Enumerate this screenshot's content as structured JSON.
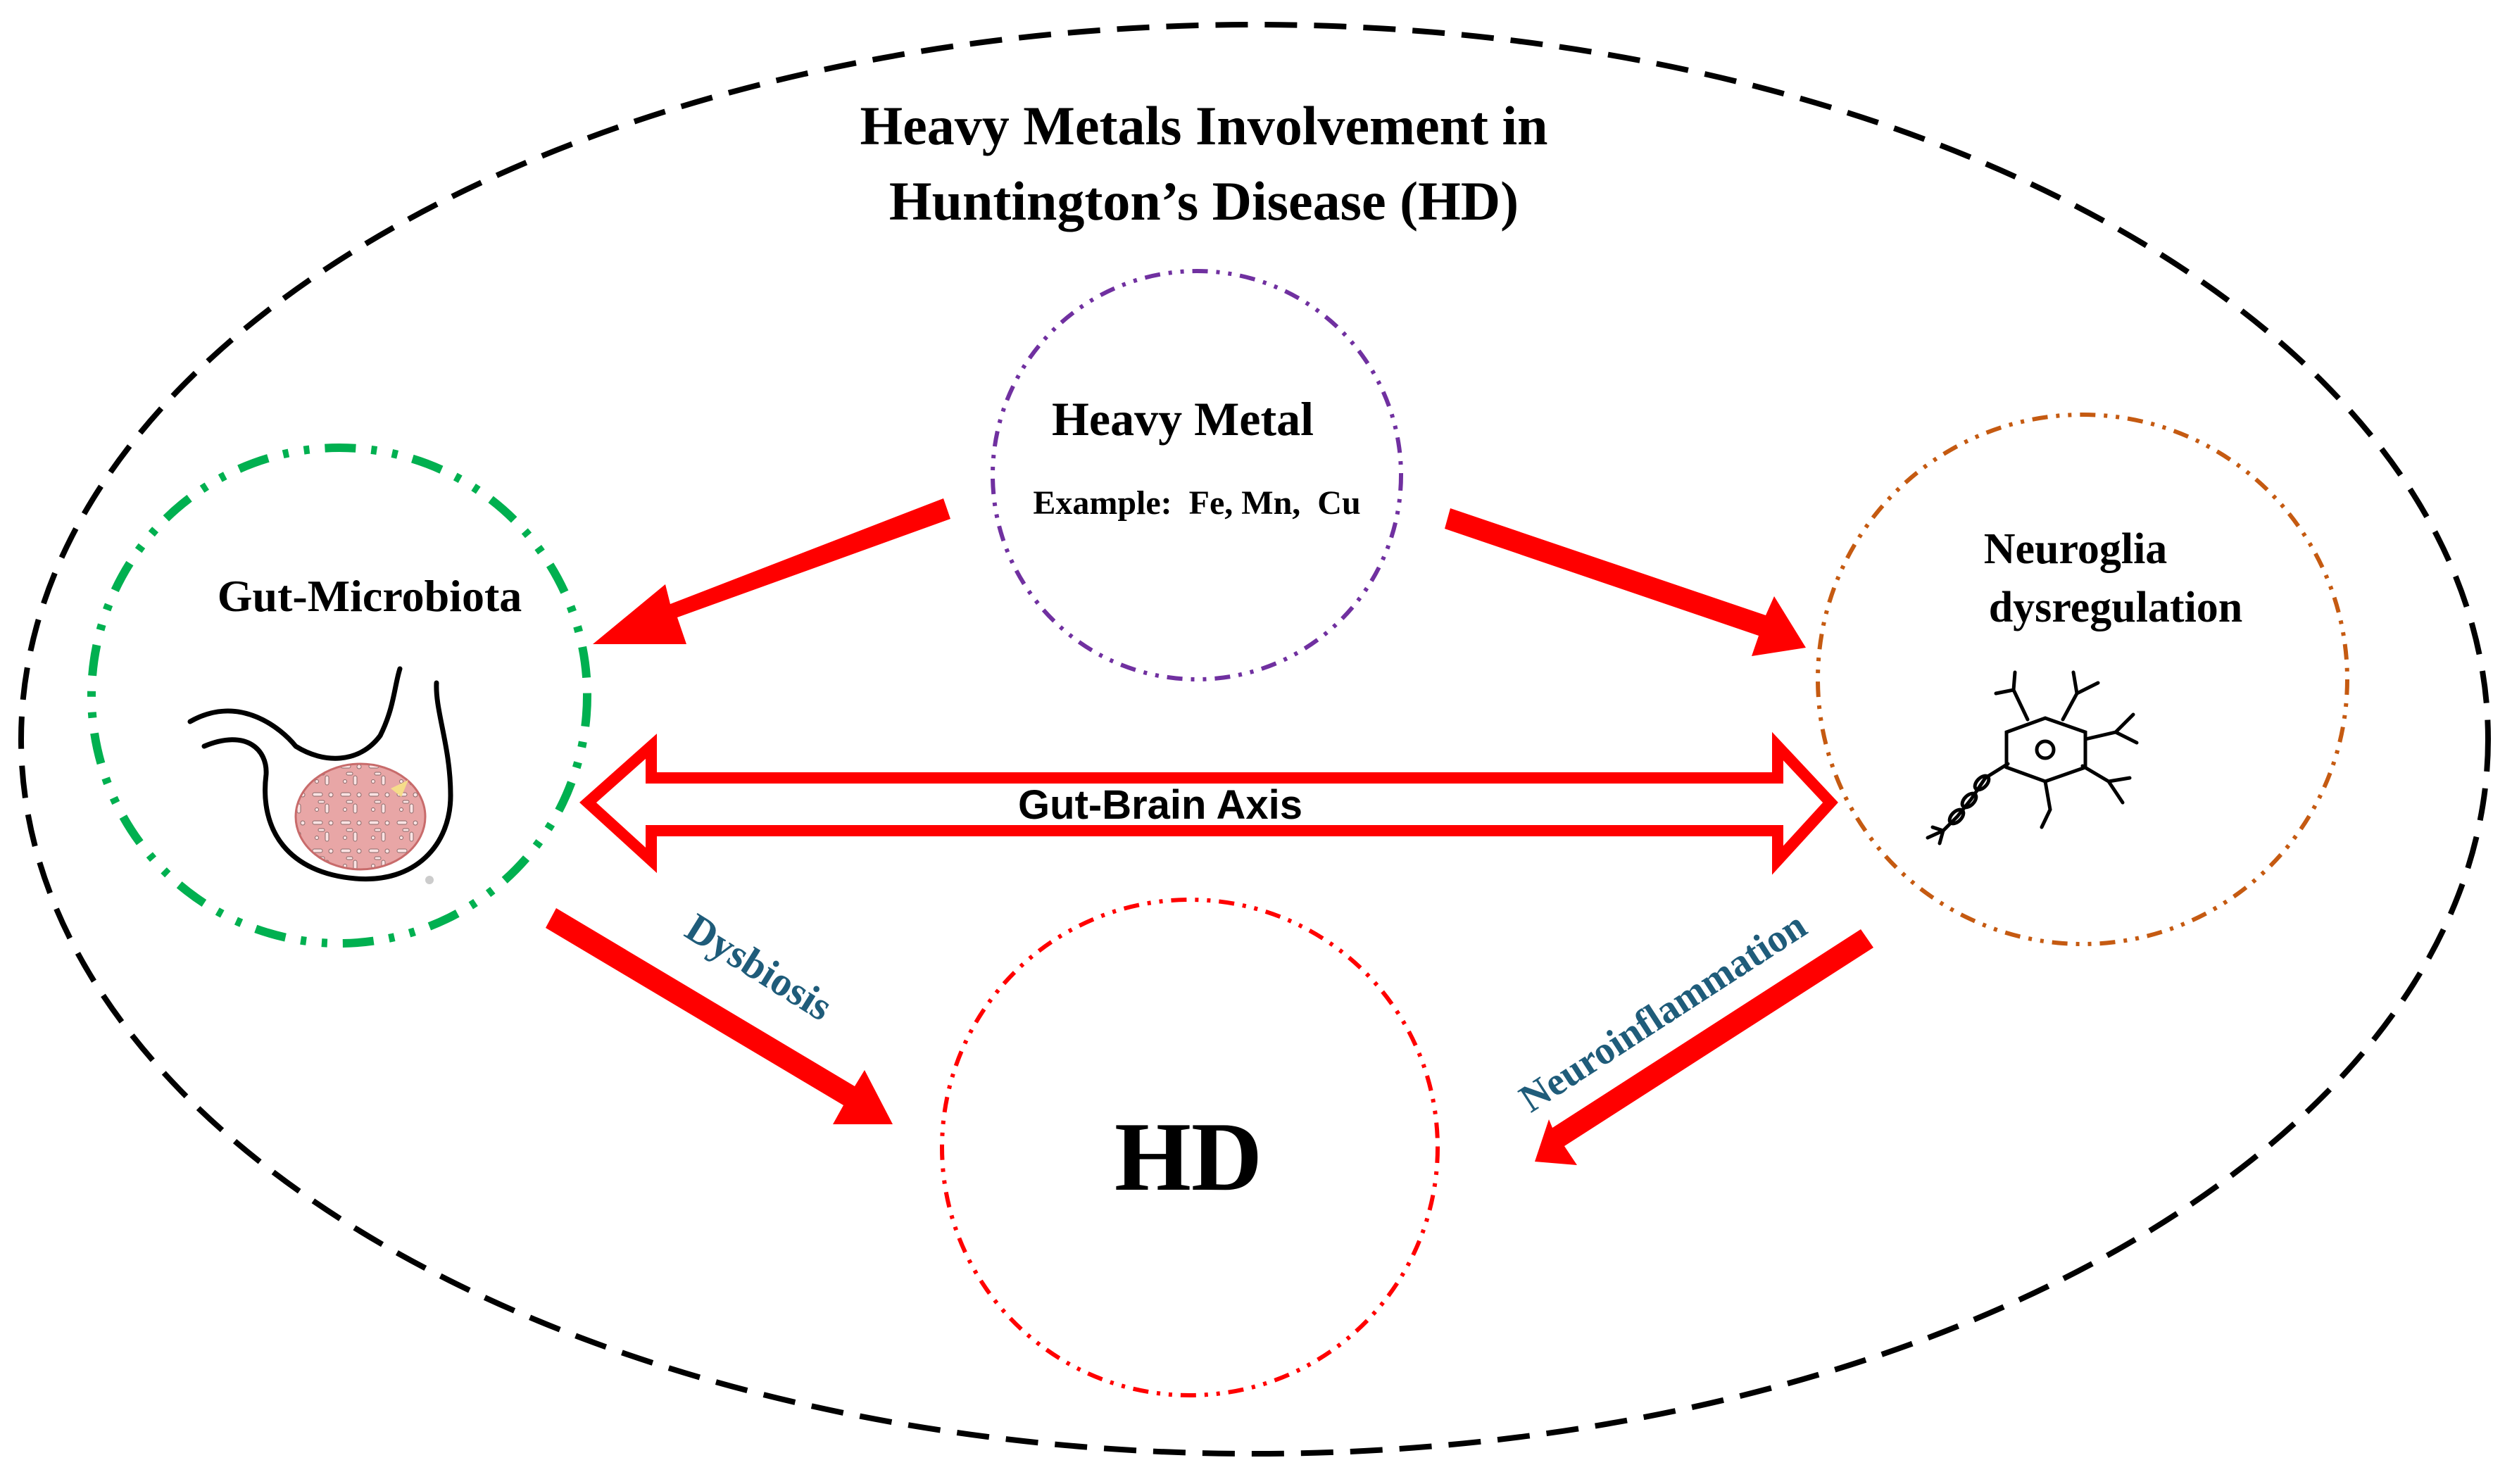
{
  "title": {
    "line1": "Heavy Metals Involvement in",
    "line2": "Huntington’s Disease (HD)"
  },
  "nodes": {
    "heavy_metal": {
      "label": "Heavy Metal",
      "example": "Example:  Fe, Mn,  Cu",
      "border_color": "#7030a0"
    },
    "gut_microbiota": {
      "label": "Gut-Microbiota",
      "icon": "stomach-icon",
      "border_color": "#00b050"
    },
    "neuroglia": {
      "label_line1": "Neuroglia",
      "label_line2": "dysregulation",
      "icon": "neuron-icon",
      "border_color": "#c55a11"
    },
    "hd": {
      "label": "HD",
      "border_color": "#ff0000"
    }
  },
  "edges": {
    "gut_brain_axis": "Gut-Brain Axis",
    "dysbiosis": "Dysbiosis",
    "neuroinflammation": "Neuroinflammation"
  },
  "colors": {
    "arrow": "#ff0000",
    "edge_label": "#1f5c7a",
    "outline": "#000000"
  }
}
